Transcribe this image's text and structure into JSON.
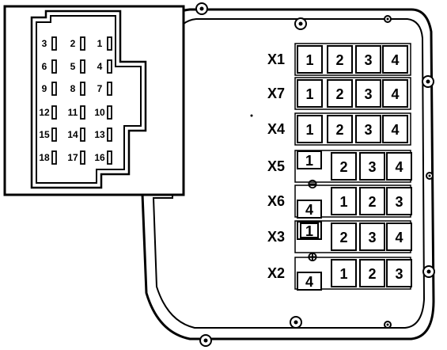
{
  "inset": {
    "pins": [
      [
        "3",
        "2",
        "1"
      ],
      [
        "6",
        "5",
        "4"
      ],
      [
        "9",
        "8",
        "7"
      ],
      [
        "12",
        "11",
        "10"
      ],
      [
        "15",
        "14",
        "13"
      ],
      [
        "18",
        "17",
        "16"
      ]
    ]
  },
  "connectors": [
    {
      "label": "X1",
      "cells": [
        "1",
        "2",
        "3",
        "4"
      ]
    },
    {
      "label": "X7",
      "cells": [
        "1",
        "2",
        "3",
        "4"
      ]
    },
    {
      "label": "X4",
      "cells": [
        "1",
        "2",
        "3",
        "4"
      ]
    },
    {
      "label": "X5",
      "cells": [
        "1",
        "2",
        "3",
        "4"
      ]
    },
    {
      "label": "X6",
      "cells": [
        "4",
        "1",
        "2",
        "3"
      ]
    },
    {
      "label": "X3",
      "cells": [
        "1",
        "2",
        "3",
        "4"
      ]
    },
    {
      "label": "X2",
      "cells": [
        "4",
        "1",
        "2",
        "3"
      ]
    }
  ],
  "symbols": {
    "minus": "⊖",
    "plus": "⊕"
  }
}
